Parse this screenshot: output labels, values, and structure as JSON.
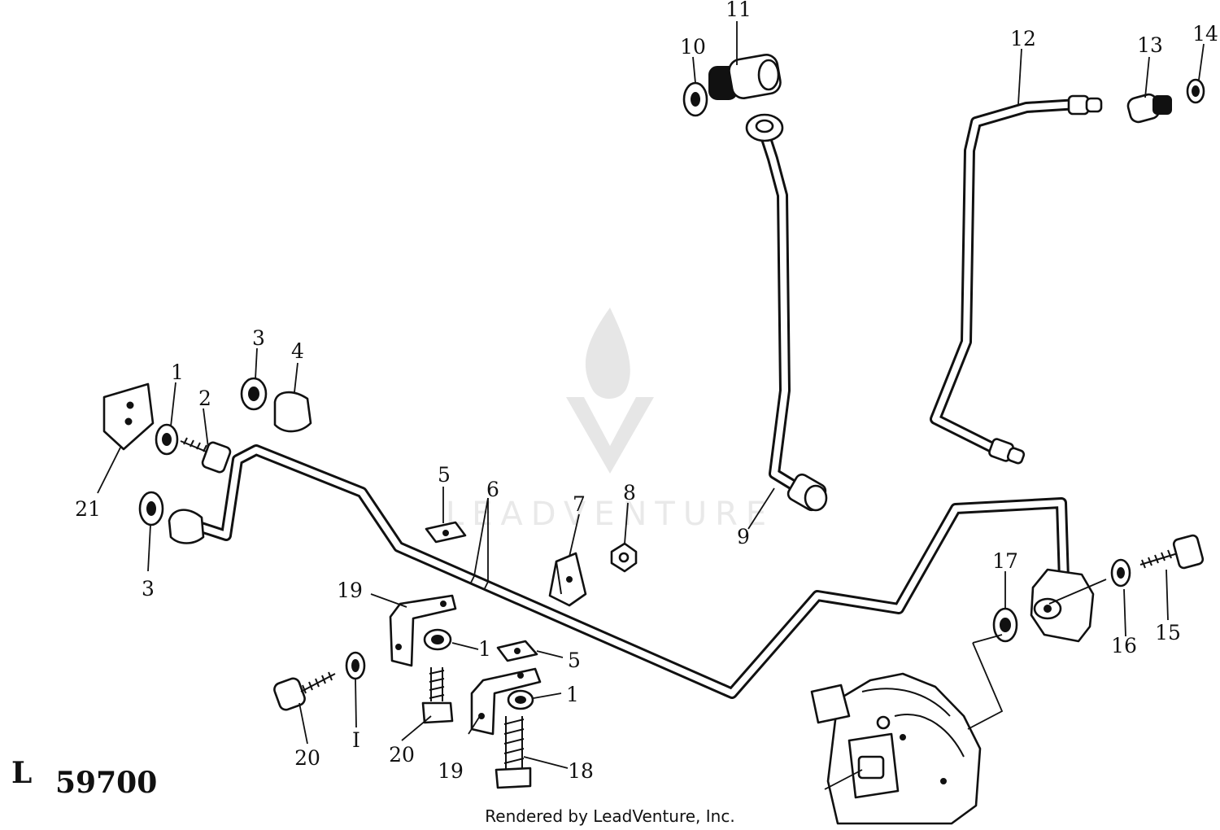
{
  "figure_id": {
    "prefix": "L",
    "number": "59700"
  },
  "credit": "Rendered by LeadVenture, Inc.",
  "watermark": {
    "text": "LEADVENTURE",
    "color": "#e6e6e6"
  },
  "callouts": {
    "c1a": "1",
    "c1b": "1",
    "c1c": "1",
    "c1d": "I",
    "c2": "2",
    "c3a": "3",
    "c3b": "3",
    "c4": "4",
    "c5a": "5",
    "c5b": "5",
    "c6": "6",
    "c7": "7",
    "c8": "8",
    "c9": "9",
    "c10": "10",
    "c11": "11",
    "c12": "12",
    "c13": "13",
    "c14": "14",
    "c15": "15",
    "c16": "16",
    "c17": "17",
    "c18": "18",
    "c19a": "19",
    "c19b": "19",
    "c20a": "20",
    "c20b": "20",
    "c21": "21"
  }
}
